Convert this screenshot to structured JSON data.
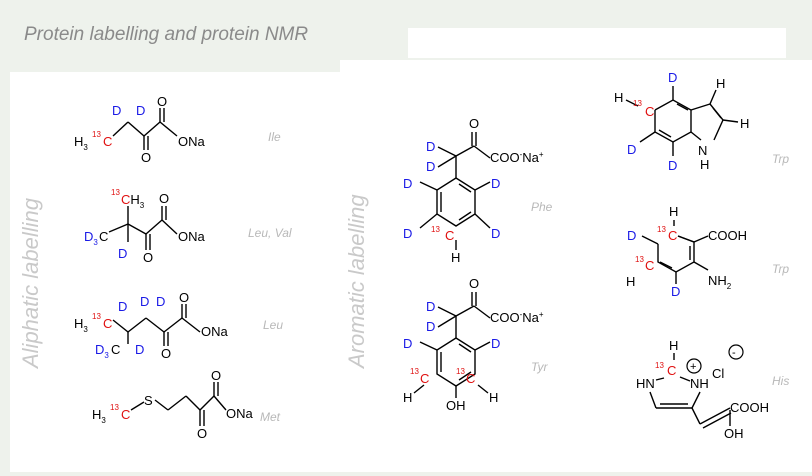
{
  "title": "Protein labelling and protein NMR",
  "section_labels": {
    "aliphatic": "Aliphatic labelling",
    "aromatic": "Aromatic labelling"
  },
  "amino_acids": {
    "ile": "Ile",
    "leu_val": "Leu, Val",
    "leu": "Leu",
    "met": "Met",
    "phe": "Phe",
    "tyr": "Tyr",
    "trp1": "Trp",
    "trp2": "Trp",
    "his": "His"
  },
  "atoms": {
    "D": "D",
    "H": "H",
    "O": "O",
    "N": "N",
    "S": "S",
    "C": "C",
    "iso": "13",
    "H3": "H",
    "D3": "D",
    "sub3": "3",
    "ONa": "ONa",
    "COO": "COO",
    "minus": "-",
    "Na": "Na",
    "plus": "+",
    "NH": "NH",
    "HN": "HN",
    "NH2": "NH",
    "sub2": "2",
    "COOH": "COOH",
    "OH": "OH",
    "Cl": "Cl",
    "CH3": "CH"
  }
}
